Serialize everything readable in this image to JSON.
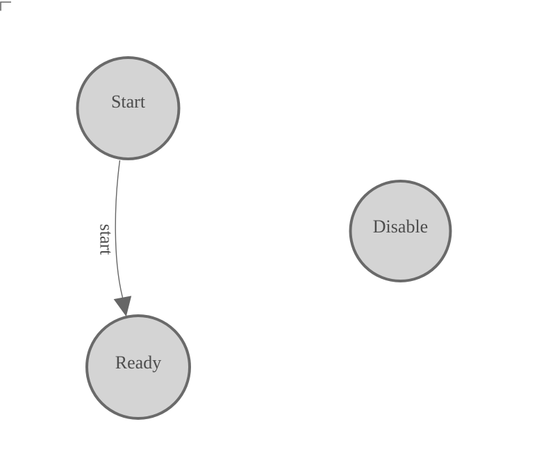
{
  "diagram": {
    "states": [
      {
        "id": "start",
        "label": "Start"
      },
      {
        "id": "ready",
        "label": "Ready"
      },
      {
        "id": "disable",
        "label": "Disable"
      }
    ],
    "transitions": [
      {
        "id": "start-to-ready",
        "from": "Start",
        "to": "Ready",
        "label": "start"
      }
    ]
  },
  "colors": {
    "canvas_background": "#ffffff",
    "state_fill": "#d4d4d4",
    "state_stroke": "#6a6a6a",
    "transition_stroke": "#666666",
    "label_text": "#4d4d4d"
  },
  "icons": {
    "arrowhead": "filled-triangle-arrowhead",
    "canvas_corner": "top-left-corner-bracket"
  }
}
